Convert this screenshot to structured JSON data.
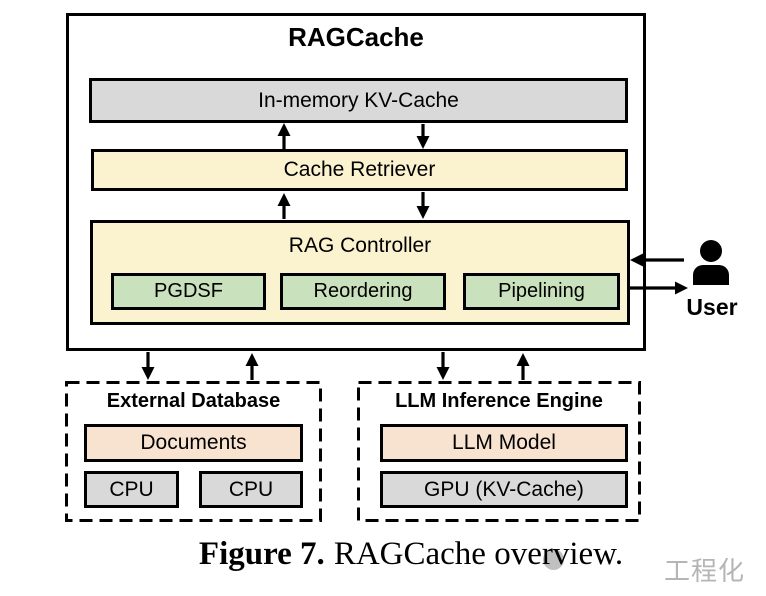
{
  "diagram": {
    "title": "RAGCache",
    "kv_cache_label": "In-memory KV-Cache",
    "cache_retriever_label": "Cache Retriever",
    "rag_controller_label": "RAG Controller",
    "controller_modules": [
      "PGDSF",
      "Reordering",
      "Pipelining"
    ],
    "user_label": "User",
    "external_database": {
      "title": "External Database",
      "documents_label": "Documents",
      "cpus": [
        "CPU",
        "CPU"
      ]
    },
    "llm_engine": {
      "title": "LLM Inference Engine",
      "model_label": "LLM Model",
      "gpu_label": "GPU (KV-Cache)"
    }
  },
  "caption": {
    "label": "Figure 7.",
    "rest": "RAGCache overview."
  },
  "watermark": {
    "text": "工程化"
  },
  "colors": {
    "box_gray": "#d9d9d9",
    "box_yellow": "#fbf2cf",
    "box_green": "#c9e1bc",
    "box_peach": "#f8e2d0",
    "border": "#000000",
    "watermark_gray": "#b5b5b5"
  }
}
